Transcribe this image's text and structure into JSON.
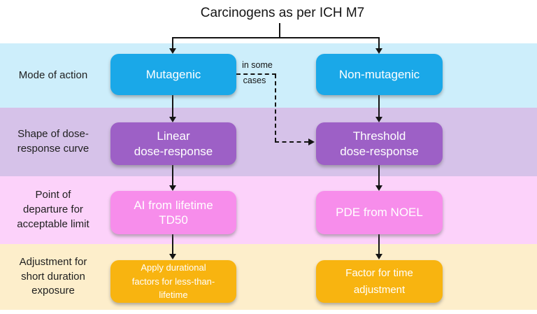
{
  "title": "Carcinogens as per ICH M7",
  "annotation": {
    "line1": "in some",
    "line2": "cases"
  },
  "rows": [
    {
      "label": "Mode of action",
      "left_node": "Mutagenic",
      "right_node": "Non-mutagenic",
      "band_color": "#cdeefb",
      "node_color": "#1aa8e8"
    },
    {
      "label": "Shape of dose-\nresponse curve",
      "left_node": "Linear\ndose-response",
      "right_node": "Threshold\ndose-response",
      "band_color": "#d6c2e9",
      "node_color": "#9d60c6"
    },
    {
      "label": "Point of\ndeparture for\nacceptable limit",
      "left_node": "AI from lifetime\nTD50",
      "right_node": "PDE from NOEL",
      "band_color": "#fcd2fa",
      "node_color": "#f78deb"
    },
    {
      "label": "Adjustment for\nshort duration\nexposure",
      "left_node": "Apply durational\nfactors for less-than-\nlifetime",
      "right_node": "Factor for time\nadjustment",
      "band_color": "#fdeecb",
      "node_color": "#f8b410"
    }
  ]
}
